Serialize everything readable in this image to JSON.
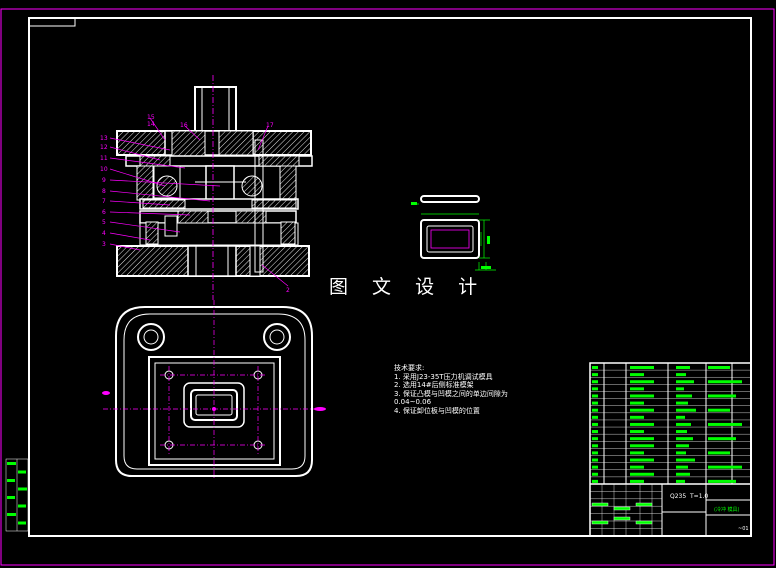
{
  "watermark": "图 文 设 计",
  "tech_requirements": {
    "title": "技术要求:",
    "items": [
      "1. 采用J23-35T压力机调试模具",
      "2. 选用14#后侧标准模架",
      "3. 保证凸模与凹模之间的单边间隙为",
      "0.04~0.06",
      "4. 保证卸位板与凹模的位置"
    ]
  },
  "part_numbers_left": [
    "13",
    "12",
    "11",
    "10",
    "9",
    "8",
    "7",
    "6",
    "5",
    "4",
    "3"
  ],
  "part_numbers_top": [
    "15",
    "14",
    "16",
    "17"
  ],
  "part_number_bottom": "2",
  "title_block": {
    "material": "Q235",
    "thickness": "T=1.0",
    "drawing_name": "(冷冲 模具)",
    "scale_note": "~01"
  },
  "colors": {
    "frame": "#ffffff",
    "border": "#ff00ff",
    "center_line": "#ff00ff",
    "leader": "#ff00ff",
    "table_text": "#00ff00",
    "section_fill": "#ffffff"
  }
}
